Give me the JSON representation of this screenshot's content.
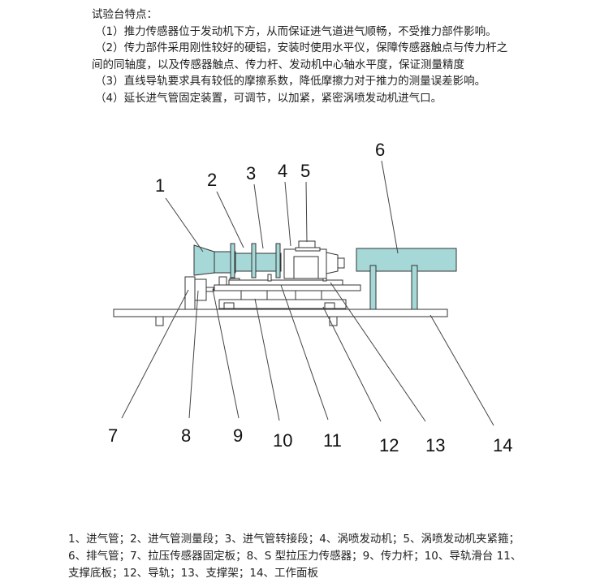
{
  "intro": {
    "title": "试验台特点：",
    "lines": [
      "（1）推力传感器位于发动机下方，从而保证进气道进气顺畅，不受推力部件影响。",
      "（2）传力部件采用刚性较好的硬铝，安装时使用水平仪，保障传感器触点与传力杆之",
      "间的同轴度，以及传感器触点、传力杆、发动机中心轴水平度，保证测量精度",
      "（3）直线导轨要求具有较低的摩擦系数，降低摩擦力对于推力的测量误差影响。",
      "（4）延长进气管固定装置，可调节，以加紧，紧密涡喷发动机进气口。"
    ]
  },
  "diagram": {
    "labels": [
      "1",
      "2",
      "3",
      "4",
      "5",
      "6",
      "7",
      "8",
      "9",
      "10",
      "11",
      "12",
      "13",
      "14"
    ],
    "fill_color": "#a6d8d8",
    "stroke_color": "#333333"
  },
  "caption": {
    "lines": [
      "1、进气管；2、进气管测量段；3、进气管转接段；4、涡喷发动机；5、涡喷发动机夹紧箍；",
      "6、排气管；7、拉压传感器固定板；8、S 型拉压力传感器；9、传力杆；10、导轨滑台 11、",
      "支撑底板；12、导轨；13、支撑架；14、工作面板"
    ]
  }
}
